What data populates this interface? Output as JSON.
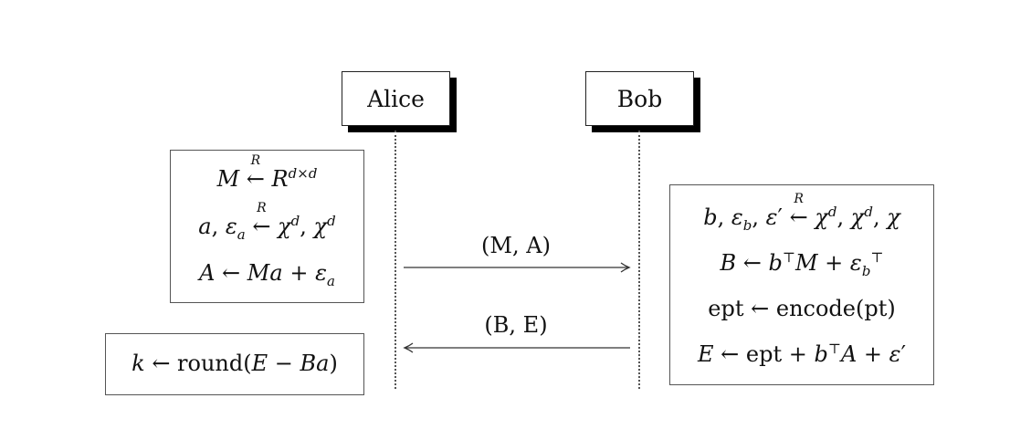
{
  "participants": {
    "alice": "Alice",
    "bob": "Bob"
  },
  "messages": {
    "to_bob": "(M, A)",
    "to_alice": "(B, E)"
  },
  "alice_box": {
    "lines": [
      "M ←R R^{d×d}",
      "a, ε_a ←R χ^d, χ^d",
      "A ← Ma + ε_a"
    ]
  },
  "alice_result": "k ← round(E − Ba)",
  "bob_box": {
    "lines": [
      "b, ε_b, ε′ ←R χ^d, χ^d, χ",
      "B ← b^⊤M + ε_b^⊤",
      "ept ← encode(pt)",
      "E ← ept + b^⊤A + ε′"
    ]
  }
}
